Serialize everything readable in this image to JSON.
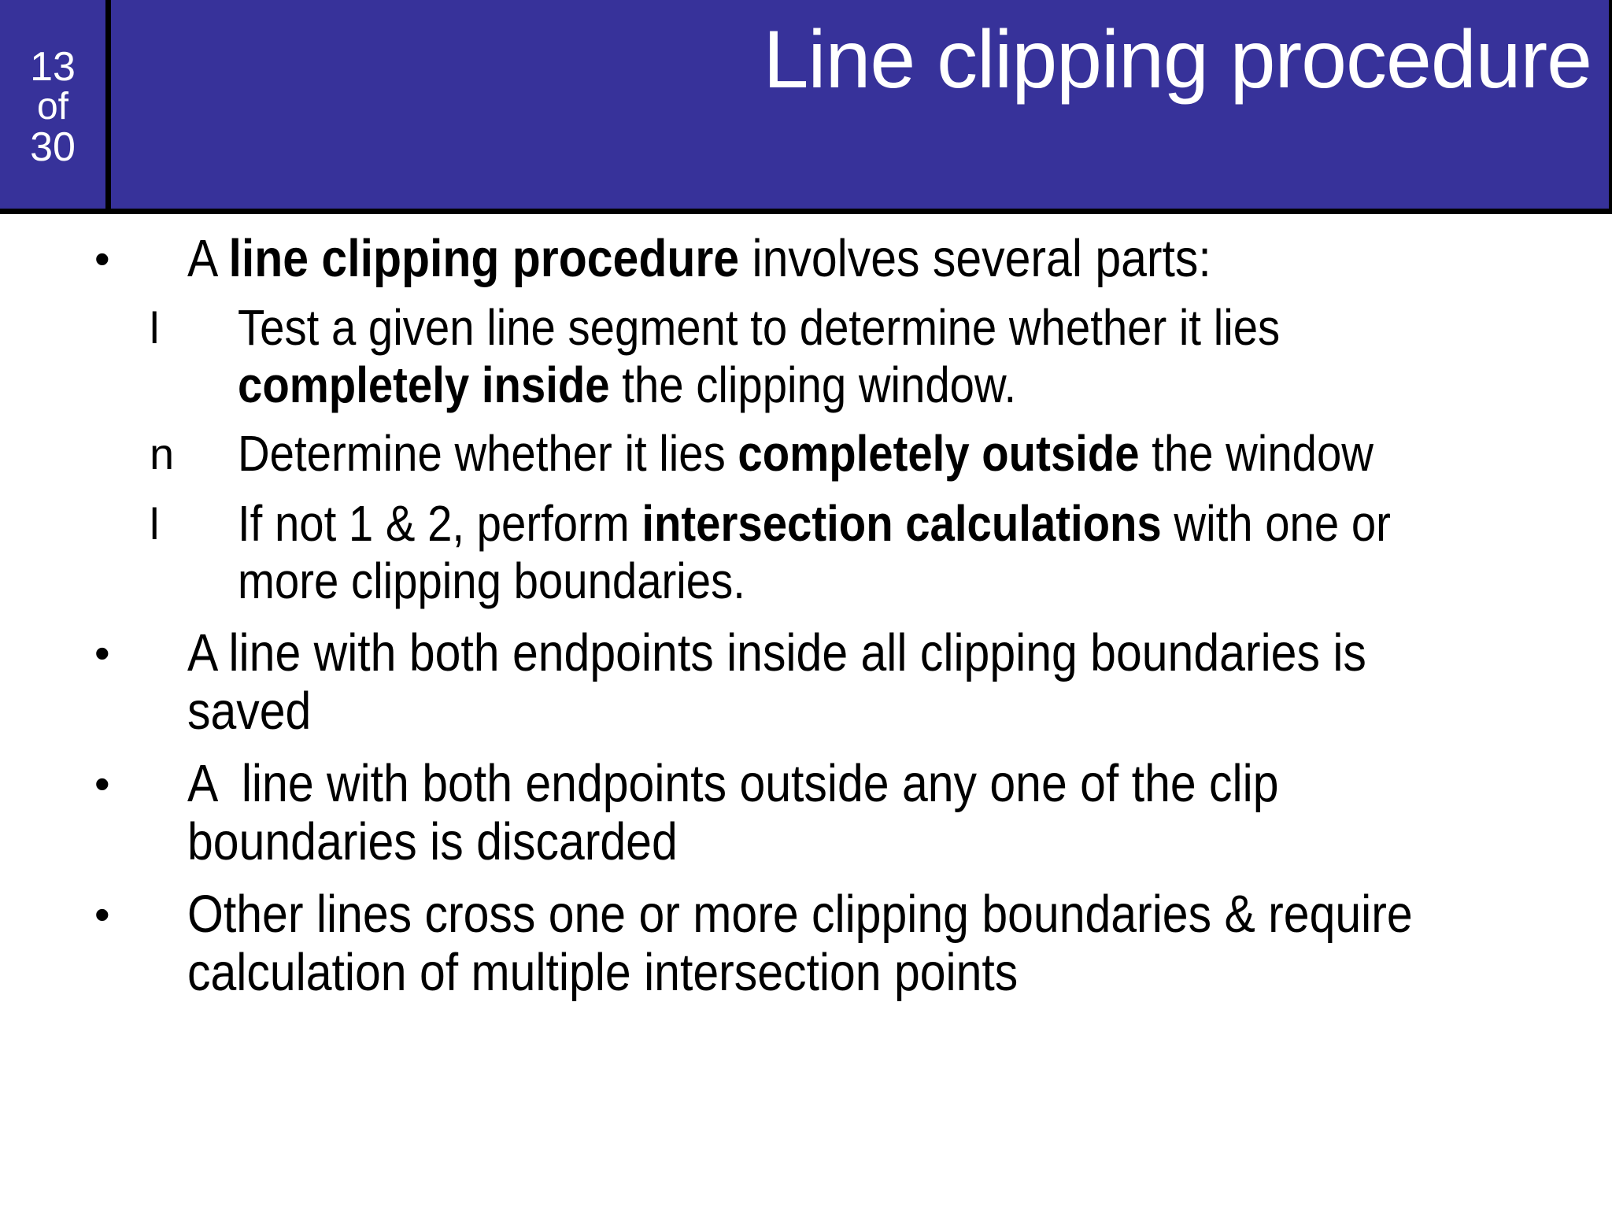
{
  "slide": {
    "counter": {
      "number": "13",
      "of_label": "of",
      "total": "30"
    },
    "title": "Line clipping procedure",
    "colors": {
      "header_background": "#37329a",
      "header_text": "#ffffff",
      "border": "#000000",
      "body_background": "#ffffff",
      "body_text": "#000000"
    }
  },
  "content": {
    "bullets": [
      {
        "level": 1,
        "marker": "•",
        "marker_name": "bullet-dot",
        "runs": [
          {
            "text": "A ",
            "bold": false
          },
          {
            "text": "line clipping procedure",
            "bold": true
          },
          {
            "text": " involves several parts:",
            "bold": false
          }
        ]
      },
      {
        "level": 2,
        "marker": "l",
        "marker_name": "bullet-square",
        "runs": [
          {
            "text": "Test a given line segment to determine whether it lies ",
            "bold": false
          },
          {
            "text": "completely inside",
            "bold": true
          },
          {
            "text": " the clipping window.",
            "bold": false
          }
        ]
      },
      {
        "level": 2,
        "marker": "n",
        "marker_name": "bullet-square-filled",
        "runs": [
          {
            "text": "Determine whether it lies ",
            "bold": false
          },
          {
            "text": "completely outside",
            "bold": true
          },
          {
            "text": " the window",
            "bold": false
          }
        ]
      },
      {
        "level": 2,
        "marker": "l",
        "marker_name": "bullet-square",
        "runs": [
          {
            "text": "If not 1 & 2, perform ",
            "bold": false
          },
          {
            "text": "intersection calculations",
            "bold": true
          },
          {
            "text": " with one or more clipping boundaries.",
            "bold": false
          }
        ]
      },
      {
        "level": 1,
        "marker": "•",
        "marker_name": "bullet-dot",
        "runs": [
          {
            "text": "A line with both endpoints inside all clipping boundaries is saved",
            "bold": false
          }
        ]
      },
      {
        "level": 1,
        "marker": "•",
        "marker_name": "bullet-dot",
        "runs": [
          {
            "text": "A  line with both endpoints outside any one of the clip boundaries is discarded",
            "bold": false
          }
        ]
      },
      {
        "level": 1,
        "marker": "•",
        "marker_name": "bullet-dot",
        "runs": [
          {
            "text": "Other lines cross one or more clipping boundaries & require calculation of multiple intersection points",
            "bold": false
          }
        ]
      }
    ]
  }
}
